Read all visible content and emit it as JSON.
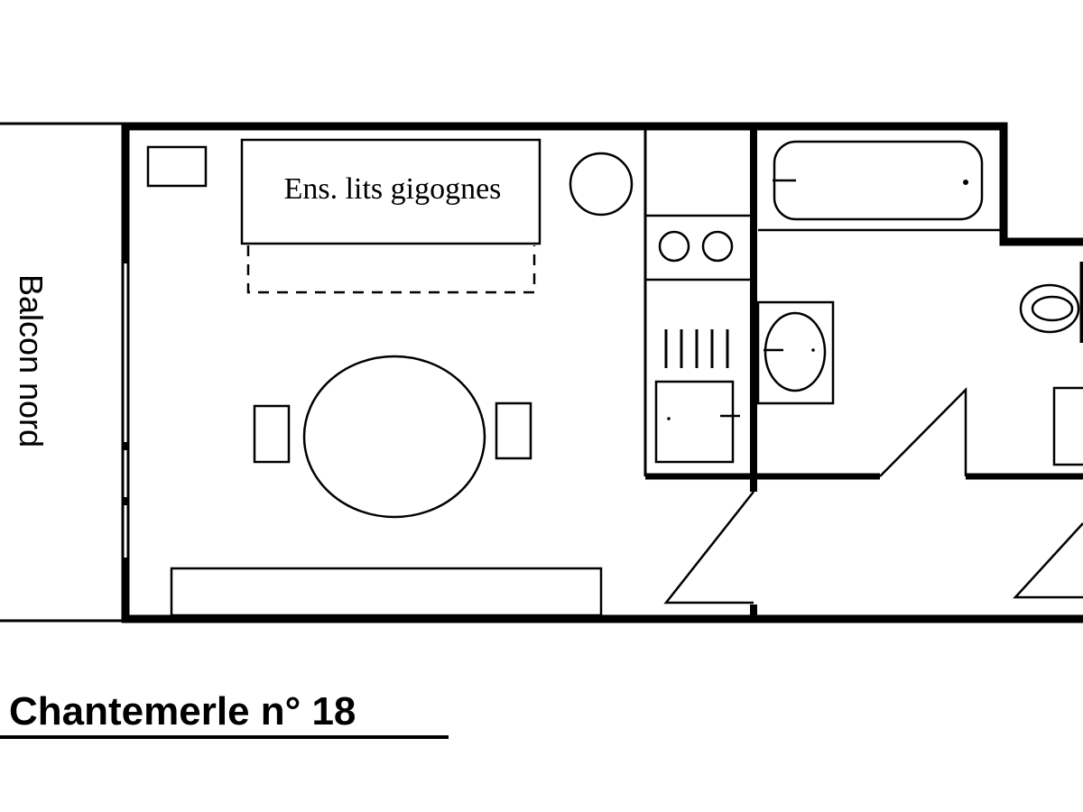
{
  "plan": {
    "balcony_label": "Balcon nord",
    "bed_label": "Ens. lits gigognes",
    "title": "Chantemerle n° 18",
    "line_color": "#000000",
    "background_color": "#ffffff"
  }
}
